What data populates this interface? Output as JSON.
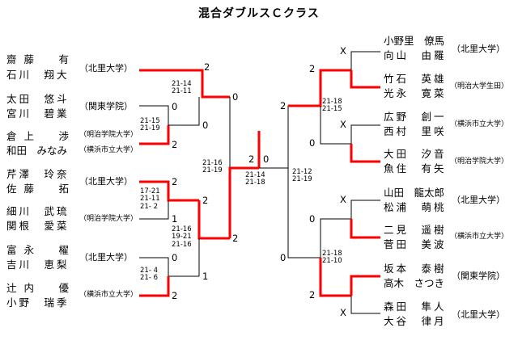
{
  "title": "混合ダブルスＣクラス",
  "colors": {
    "winner_line": "#ff0000",
    "line": "#000000"
  },
  "left_pairs": [
    {
      "players": [
        "齋藤　有",
        "石川　翔大"
      ],
      "teams": [
        "（北里大学）"
      ]
    },
    {
      "players": [
        "太田　悠斗",
        "宮川　碧業"
      ],
      "teams": [
        "（関東学院）"
      ]
    },
    {
      "players": [
        "倉上　渉",
        "和田　みなみ"
      ],
      "teams": [
        "（明治学院大学）",
        "（横浜市立大学）"
      ]
    },
    {
      "players": [
        "芹澤　玲奈",
        "佐藤　拓"
      ],
      "teams": [
        "（北里大学）"
      ]
    },
    {
      "players": [
        "細川　武琉",
        "関根　愛菜"
      ],
      "teams": [
        "（明治学院大学）"
      ]
    },
    {
      "players": [
        "富永　櫂",
        "吉川　恵梨"
      ],
      "teams": [
        "（北里大学）"
      ]
    },
    {
      "players": [
        "辻内　優",
        "小野　瑞季"
      ],
      "teams": [
        "（横浜市立大学）"
      ]
    }
  ],
  "right_pairs": [
    {
      "players": [
        "小野里　僚馬",
        "向山　由羅"
      ],
      "teams": [
        "（北里大学）"
      ]
    },
    {
      "players": [
        "竹石　英雄",
        "光永　寛菜"
      ],
      "teams": [
        "（明治大学生田）"
      ]
    },
    {
      "players": [
        "広野　創一",
        "西村　里咲"
      ],
      "teams": [
        "（横浜市立大学）"
      ]
    },
    {
      "players": [
        "大田　汐音",
        "魚住　有矢"
      ],
      "teams": [
        "（明治学院大学）"
      ]
    },
    {
      "players": [
        "山田　龍太郎",
        "松浦　萌桃"
      ],
      "teams": [
        "（北里大学）"
      ]
    },
    {
      "players": [
        "二見　遥樹",
        "菅田　美波"
      ],
      "teams": [
        "（横浜市立大学）"
      ]
    },
    {
      "players": [
        "坂本　泰樹",
        "高木　さつき"
      ],
      "teams": [
        "（関東学院）"
      ]
    },
    {
      "players": [
        "森田　隼人",
        "大谷　律月"
      ],
      "teams": [
        "（北里大学）"
      ]
    }
  ],
  "scores": {
    "l_r1_top": "2",
    "l_m1_a": "0",
    "l_m1_b": "2",
    "l_qf1_bottom": "0",
    "l_r1_p4": "2",
    "l_r1_p5": "1",
    "l_r1_p4_adv": "2",
    "l_r1_p6": "0",
    "l_r1_p7": "2",
    "l_sf_bottom_in": "1",
    "l_qf2": "2",
    "l_sf_top": "0",
    "final_left": "2",
    "final_right": "0",
    "r_sf_top": "2",
    "r_sf_bottom": "0",
    "r_qf1_top": "2",
    "r_qf1_bottom": "0",
    "r_qf2_top": "0",
    "r_qf2_bottom": "2",
    "r_r1_p1": "X",
    "r_r1_p3": "X",
    "r_r1_p5": "X",
    "r_r1_p8": "X"
  },
  "results": {
    "l_m1": "21-14\n21-11",
    "l_m2": "21-15\n21-19",
    "l_m3": "17-21\n21-11\n21- 2",
    "l_m4": "21- 4\n21- 6",
    "l_qf2": "21-16\n19-21\n21-16",
    "l_sf": "21-16\n21-19",
    "final": "21-14\n21-18",
    "r_sf": "21-12\n21-19",
    "r_qf1": "21-18\n21-15",
    "r_qf2": "21-18\n21-10"
  }
}
